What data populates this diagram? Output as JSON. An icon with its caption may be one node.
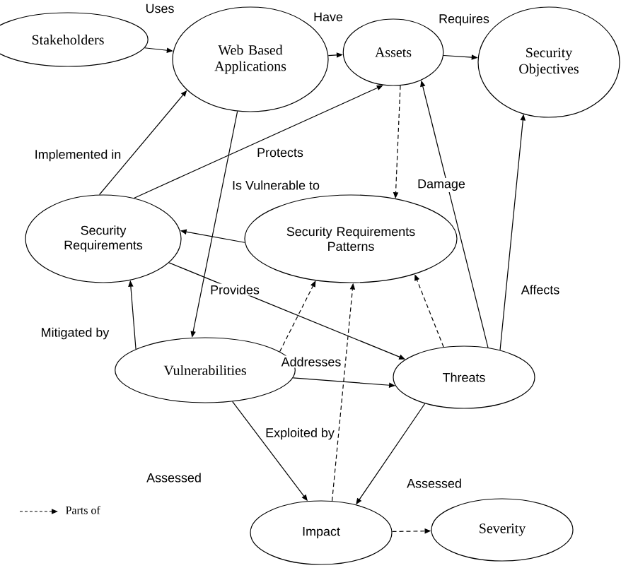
{
  "diagram": {
    "nodes": [
      {
        "text": [
          "Stakeholders"
        ]
      },
      {
        "text": [
          "Web Based Applications"
        ]
      },
      {
        "text": [
          "Assets"
        ]
      },
      {
        "text": [
          "Security Objectives"
        ]
      },
      {
        "text": [
          "Security Requirements"
        ]
      },
      {
        "text": [
          "Security Requirements Patterns"
        ]
      },
      {
        "text": [
          "Vulnerabilities"
        ]
      },
      {
        "text": [
          "Threats"
        ]
      },
      {
        "text": [
          "Impact"
        ]
      },
      {
        "text": [
          "Severity"
        ]
      }
    ],
    "edges": [
      {
        "from": 0,
        "to": 1,
        "arrow": "to",
        "label": "Uses"
      },
      {
        "from": 1,
        "to": 2,
        "arrow": "to",
        "label": "Have"
      },
      {
        "from": 2,
        "to": 3,
        "arrow": "to",
        "label": "Requires"
      },
      {
        "from": 4,
        "to": 1,
        "arrow": "to",
        "label": "Implemented in"
      },
      {
        "from": 4,
        "to": 2,
        "arrow": "to",
        "label": "Protects"
      },
      {
        "from": 1,
        "to": 6,
        "arrow": "to",
        "label": "Is Vulnerable to"
      },
      {
        "from": 2,
        "to": 5,
        "arrow": "to",
        "style": "dashed"
      },
      {
        "from": 7,
        "to": 2,
        "arrow": "to",
        "label": "Damage"
      },
      {
        "from": 7,
        "to": 3,
        "arrow": "to",
        "label": "Affects"
      },
      {
        "from": 5,
        "to": 4,
        "arrow": "to"
      },
      {
        "from": 4,
        "to": 7,
        "arrow": "to",
        "label": "Provides"
      },
      {
        "from": 6,
        "to": 4,
        "arrow": "to",
        "label": "Mitigated by"
      },
      {
        "from": 6,
        "to": 7,
        "arrow": "to",
        "label": "Addresses"
      },
      {
        "from": 6,
        "to": 5,
        "arrow": "to",
        "style": "dashed"
      },
      {
        "from": 8,
        "to": 5,
        "arrow": "to",
        "style": "dashed"
      },
      {
        "from": 7,
        "to": 5,
        "arrow": "to",
        "style": "dashed"
      },
      {
        "from": 6,
        "to": 8,
        "arrow": "to",
        "label": "Exploited by"
      },
      {
        "from": 7,
        "to": 8,
        "arrow": "to",
        "label": "Assessed"
      },
      {
        "from": 8,
        "to": 9,
        "arrow": "to",
        "style": "dashed"
      }
    ],
    "labels": [
      "Assessed"
    ],
    "legend": [
      {
        "text": "Parts of"
      }
    ]
  }
}
